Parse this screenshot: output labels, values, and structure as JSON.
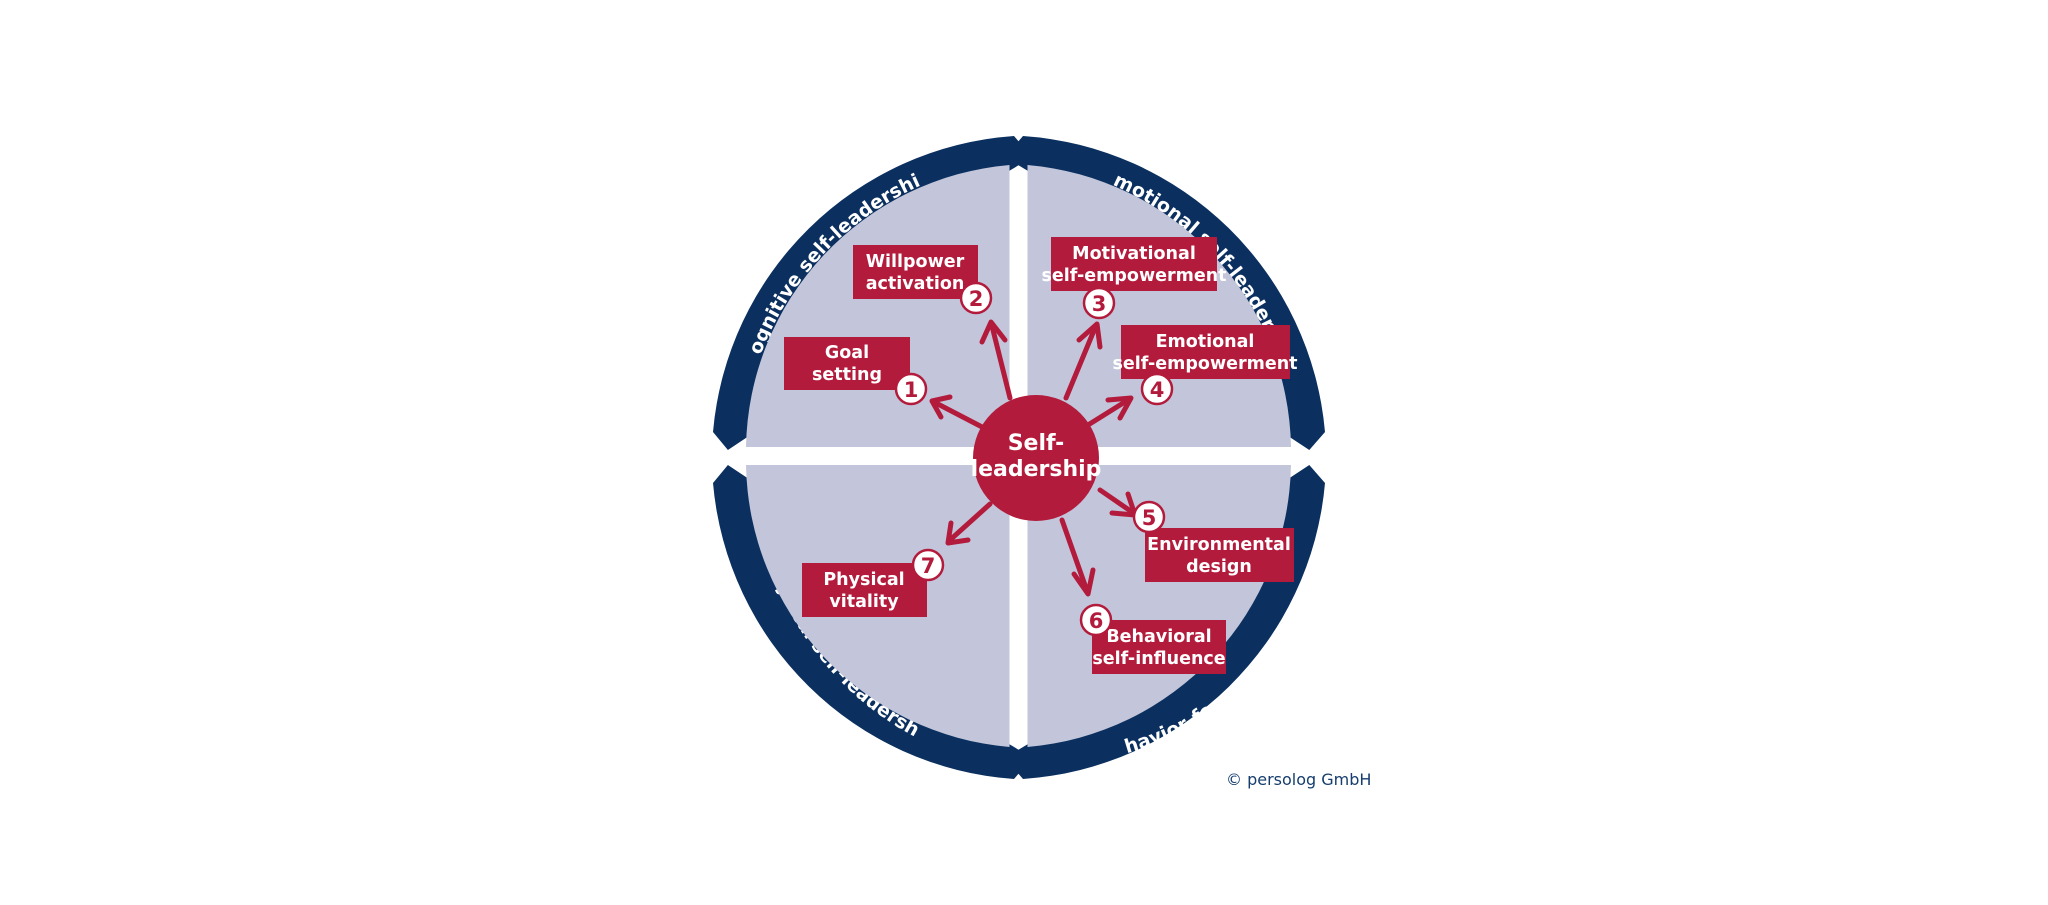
{
  "colors": {
    "navy": "#0b3060",
    "quadrant_fill": "#c3c6da",
    "crimson": "#b31b3c",
    "white": "#ffffff"
  },
  "center": {
    "line1": "Self-",
    "line2": "leadership"
  },
  "ring": {
    "top_left": "Cognitive self-leadership",
    "top_right": "Emotional self-leadership",
    "bottom_left": "Physical self-leadership",
    "bottom_right": "Behavior-focused self-leadership"
  },
  "items": [
    {
      "number": "1",
      "line1": "Goal",
      "line2": "setting"
    },
    {
      "number": "2",
      "line1": "Willpower",
      "line2": "activation"
    },
    {
      "number": "3",
      "line1": "Motivational",
      "line2": "self-empowerment"
    },
    {
      "number": "4",
      "line1": "Emotional",
      "line2": "self-empowerment"
    },
    {
      "number": "5",
      "line1": "Environmental",
      "line2": "design"
    },
    {
      "number": "6",
      "line1": "Behavioral",
      "line2": "self-influence"
    },
    {
      "number": "7",
      "line1": "Physical",
      "line2": "vitality"
    }
  ],
  "copyright": "© persolog GmbH"
}
